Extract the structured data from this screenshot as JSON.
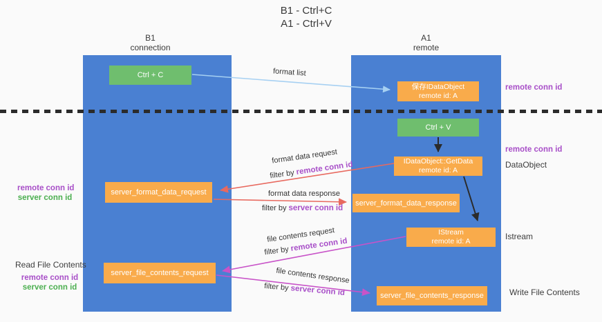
{
  "title": {
    "line1": "B1 - Ctrl+C",
    "line2": "A1 - Ctrl+V"
  },
  "lanes": {
    "left": {
      "name": "B1",
      "role": "connection"
    },
    "right": {
      "name": "A1",
      "role": "remote"
    }
  },
  "nodes": {
    "ctrl_c": {
      "label": "Ctrl + C"
    },
    "ctrl_v": {
      "label": "Ctrl + V"
    },
    "save_dataobject": {
      "line1": "保存IDataObject",
      "line2": "remote id: A"
    },
    "getdata": {
      "line1": "IDataObject::GetData",
      "line2": "remote id: A"
    },
    "istream": {
      "line1": "IStream",
      "line2": "remote id: A"
    },
    "server_format_data_request": {
      "label": "server_format_data_request"
    },
    "server_format_data_response": {
      "label": "server_format_data_response"
    },
    "server_file_contents_request": {
      "label": "server_file_contents_request"
    },
    "server_file_contents_response": {
      "label": "server_file_contents_response"
    }
  },
  "arrow_labels": {
    "format_list": "format list",
    "format_data_request": {
      "text": "format data request",
      "filter_prefix": "filter by ",
      "filter_key": "remote conn id"
    },
    "format_data_response": {
      "text": "format data response",
      "filter_prefix": "filter by ",
      "filter_key": "server conn id"
    },
    "file_contents_request": {
      "text": "file contents request",
      "filter_prefix": "filter by ",
      "filter_key": "remote conn id"
    },
    "file_contents_response": {
      "text": "file contents response",
      "filter_prefix": "filter by ",
      "filter_key": "server conn id"
    }
  },
  "annotations": {
    "right_clipboard_remote": "remote conn id",
    "right_paste_remote": "remote conn id",
    "right_dataobject": "DataObject",
    "right_istream": "Istream",
    "right_write": "Write File Contents",
    "left_format_remote": "remote conn id",
    "left_format_server": "server conn id",
    "left_read": "Read File Contents",
    "left_file_remote": "remote conn id",
    "left_file_server": "server conn id"
  },
  "colors": {
    "lane_blue": "#4a80d2",
    "node_green": "#6fbe6e",
    "node_orange": "#f9ab4b",
    "purple_text": "#a84fc8",
    "green_text": "#4caf50",
    "arrow_salmon": "#e8695f",
    "arrow_magenta": "#c853c8",
    "arrow_lightblue": "#a6d0f2",
    "arrow_black": "#2b2b2b"
  }
}
